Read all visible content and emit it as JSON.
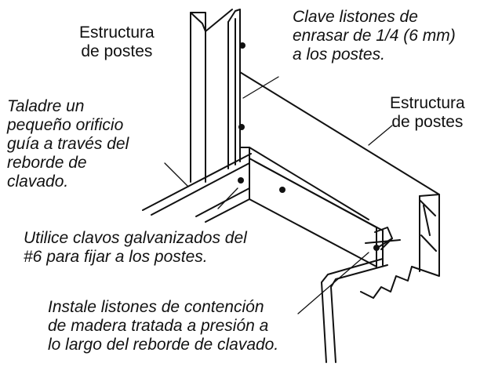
{
  "labels": {
    "studs_left": [
      "Estructura",
      "de postes"
    ],
    "studs_right": [
      "Estructura",
      "de postes"
    ],
    "furring": [
      "Clave listones de",
      "enrasar de 1/4 (6 mm)",
      "a los postes."
    ],
    "pilot_hole": [
      "Taladre un",
      "pequeño orificio",
      "guía a través del",
      "reborde de",
      "clavado."
    ],
    "nails": [
      "Utilice clavos galvanizados del",
      "#6 para fijar a los postes."
    ],
    "retainer": [
      "Instale listones de contención",
      "de madera tratada a presión a",
      "lo largo del reborde de clavado."
    ]
  },
  "colors": {
    "line": "#111111",
    "background": "#ffffff"
  }
}
